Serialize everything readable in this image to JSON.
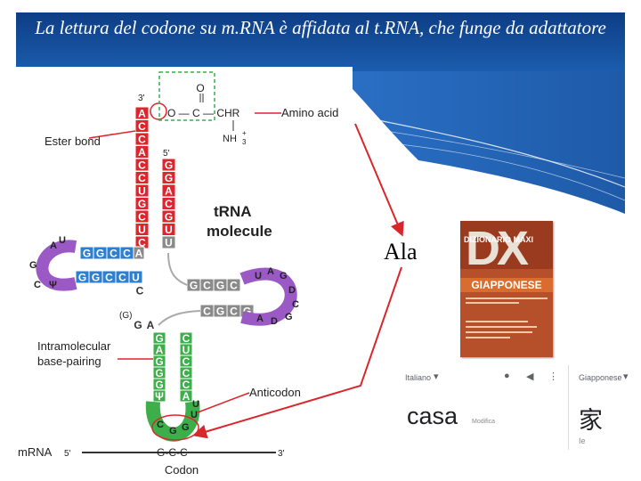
{
  "slide": {
    "title": "La lettura del codone su m.RNA è affidata al t.RNA, che funge da adattatore",
    "highlight_word": "Ala"
  },
  "diagram": {
    "molecule_label": [
      "tRNA",
      "molecule"
    ],
    "ester_bond": "Ester bond",
    "amino_acid": "Amino acid",
    "intramolecular": [
      "Intramolecular",
      "base-pairing"
    ],
    "anticodon": "Anticodon",
    "codon": "Codon",
    "mrna": "mRNA",
    "end_5": "5'",
    "end_3": "3'",
    "codon_seq": "G-C-C",
    "acceptor_3_stem": [
      "A",
      "C",
      "C",
      "A",
      "C",
      "C",
      "U",
      "G",
      "C",
      "U",
      "C"
    ],
    "acceptor_5_stem": [
      "G",
      "G",
      "A",
      "C",
      "G",
      "U"
    ],
    "acceptor_extra": "A",
    "acceptor_u": "U",
    "d_arm_top": [
      "A",
      "U",
      "C",
      "C",
      "G",
      "G"
    ],
    "d_arm_bottom": [
      "C",
      "Ψ",
      "G",
      "G",
      "C",
      "C",
      "U"
    ],
    "d_loop_g": "G",
    "d_c": "C",
    "d_g_paren": "(G)",
    "d_ga": [
      "G",
      "A"
    ],
    "t_arm_top": [
      "G",
      "C",
      "G",
      "C"
    ],
    "t_arm_bottom": [
      "C",
      "G",
      "C",
      "G"
    ],
    "t_loop": [
      "U",
      "A",
      "G",
      "D",
      "C",
      "G",
      "D",
      "A"
    ],
    "anticodon_left": [
      "G",
      "A",
      "G",
      "G",
      "G",
      "Ψ"
    ],
    "anticodon_right": [
      "C",
      "U",
      "C",
      "C",
      "C",
      "A"
    ],
    "anticodon_loop": [
      "C",
      "G",
      "G",
      "U",
      "U"
    ],
    "chem_top": "O",
    "chem_mid": "O — C — CHR",
    "chem_nh": "NH",
    "chem_plus": "+",
    "chem_sub": "3",
    "colors": {
      "red": "#e0242b",
      "purple": "#9b59c6",
      "blue": "#2f7fd0",
      "green": "#3cae4a",
      "gray": "#8a8a8a"
    }
  },
  "book": {
    "brand": "DX",
    "series": "DIZIONARIO MAXI",
    "title": "GIAPPONESE"
  },
  "translate": {
    "source_lang": "Italiano",
    "target_lang": "Giapponese",
    "source_word": "casa",
    "edit_hint": "Modifica",
    "target_word": "家",
    "romaji": "Ie"
  }
}
